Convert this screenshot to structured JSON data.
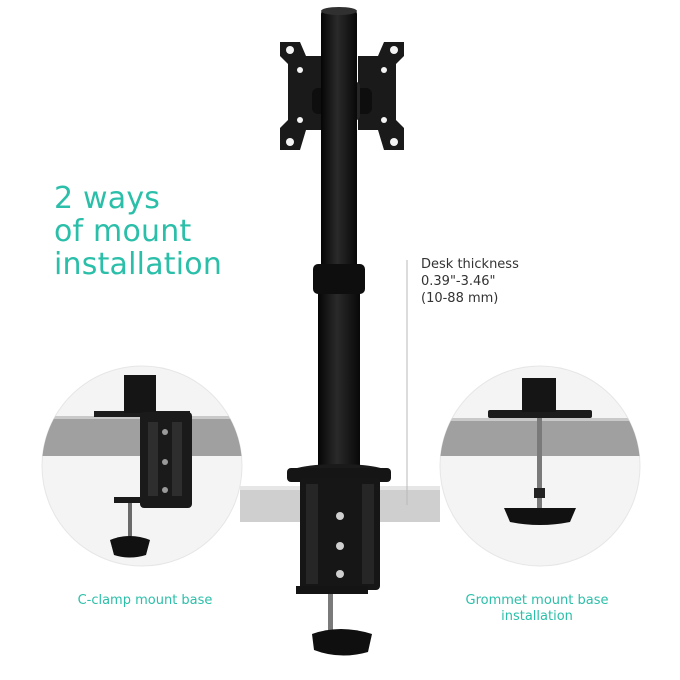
{
  "headline": {
    "line1": "2 ways",
    "line2": "of mount",
    "line3": "installation"
  },
  "spec": {
    "label": "Desk thickness",
    "inches": "0.39\"-3.46\"",
    "mm": "(10-88 mm)"
  },
  "captions": {
    "left": "C-clamp mount base",
    "right_line1": "Grommet mount base",
    "right_line2": "installation"
  },
  "colors": {
    "accent": "#2bbfa9",
    "product": "#141414",
    "desk": "#9a9a9a",
    "background": "#ffffff"
  }
}
